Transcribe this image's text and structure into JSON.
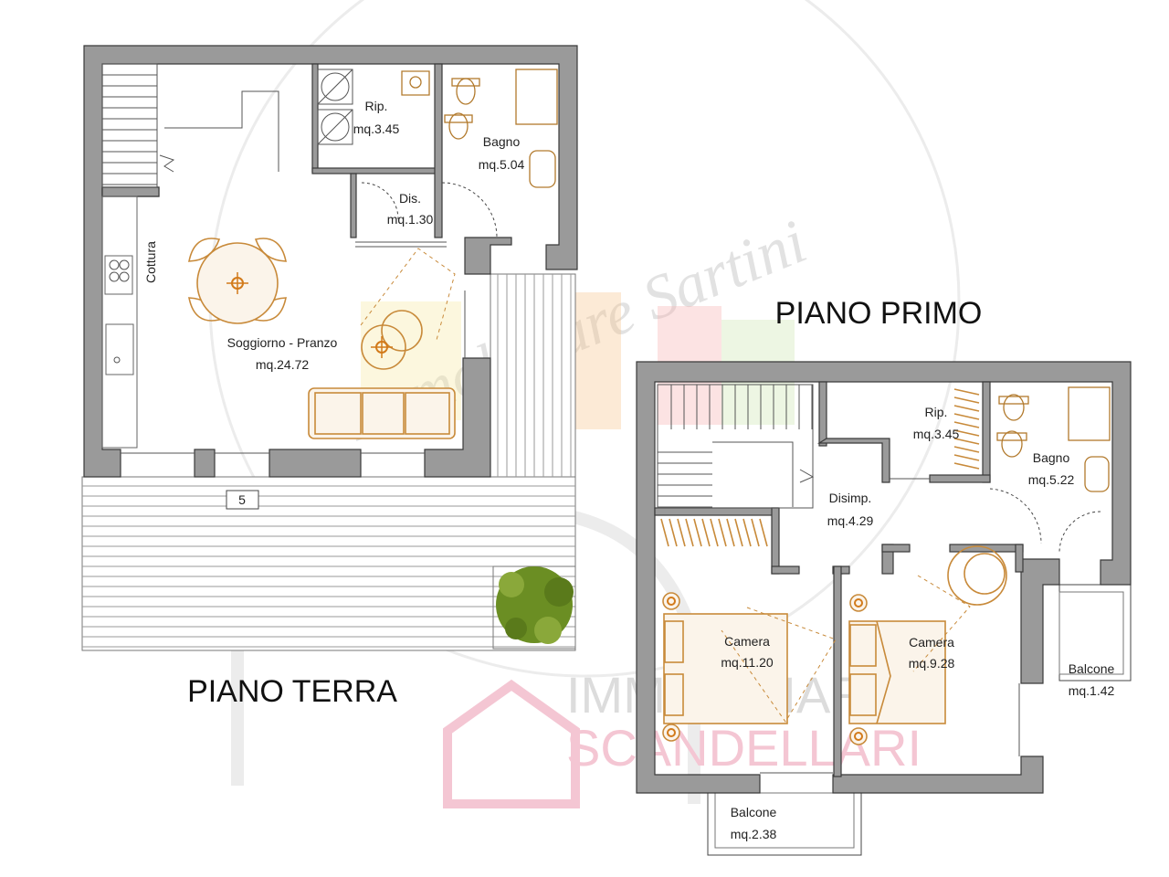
{
  "floors": {
    "ground": {
      "title": "PIANO TERRA",
      "rooms": [
        {
          "name": "Rip.",
          "area": "mq.3.45"
        },
        {
          "name": "Bagno",
          "area": "mq.5.04"
        },
        {
          "name": "Dis.",
          "area": "mq.1.30"
        },
        {
          "name": "Soggiorno - Pranzo",
          "area": "mq.24.72"
        }
      ],
      "kitchen_label": "Cottura",
      "step_number": "5"
    },
    "first": {
      "title": "PIANO PRIMO",
      "rooms": [
        {
          "name": "Rip.",
          "area": "mq.3.45"
        },
        {
          "name": "Bagno",
          "area": "mq.5.22"
        },
        {
          "name": "Disimp.",
          "area": "mq.4.29"
        },
        {
          "name": "Camera",
          "area": "mq.11.20"
        },
        {
          "name": "Camera",
          "area": "mq.9.28"
        },
        {
          "name": "Balcone",
          "area": "mq.1.42"
        },
        {
          "name": "Balcone",
          "area": "mq.2.38"
        }
      ]
    }
  },
  "watermarks": {
    "agency_script": "Immobiliare Sartini",
    "agency_line1": "IMMOBILIARE",
    "agency_line2": "SCANDELLARI"
  },
  "colors": {
    "walls": "#9a9a9a",
    "furniture": "#c88a3a",
    "plant": "#6b8e23",
    "watermark_pink": "#f4c6d3"
  }
}
